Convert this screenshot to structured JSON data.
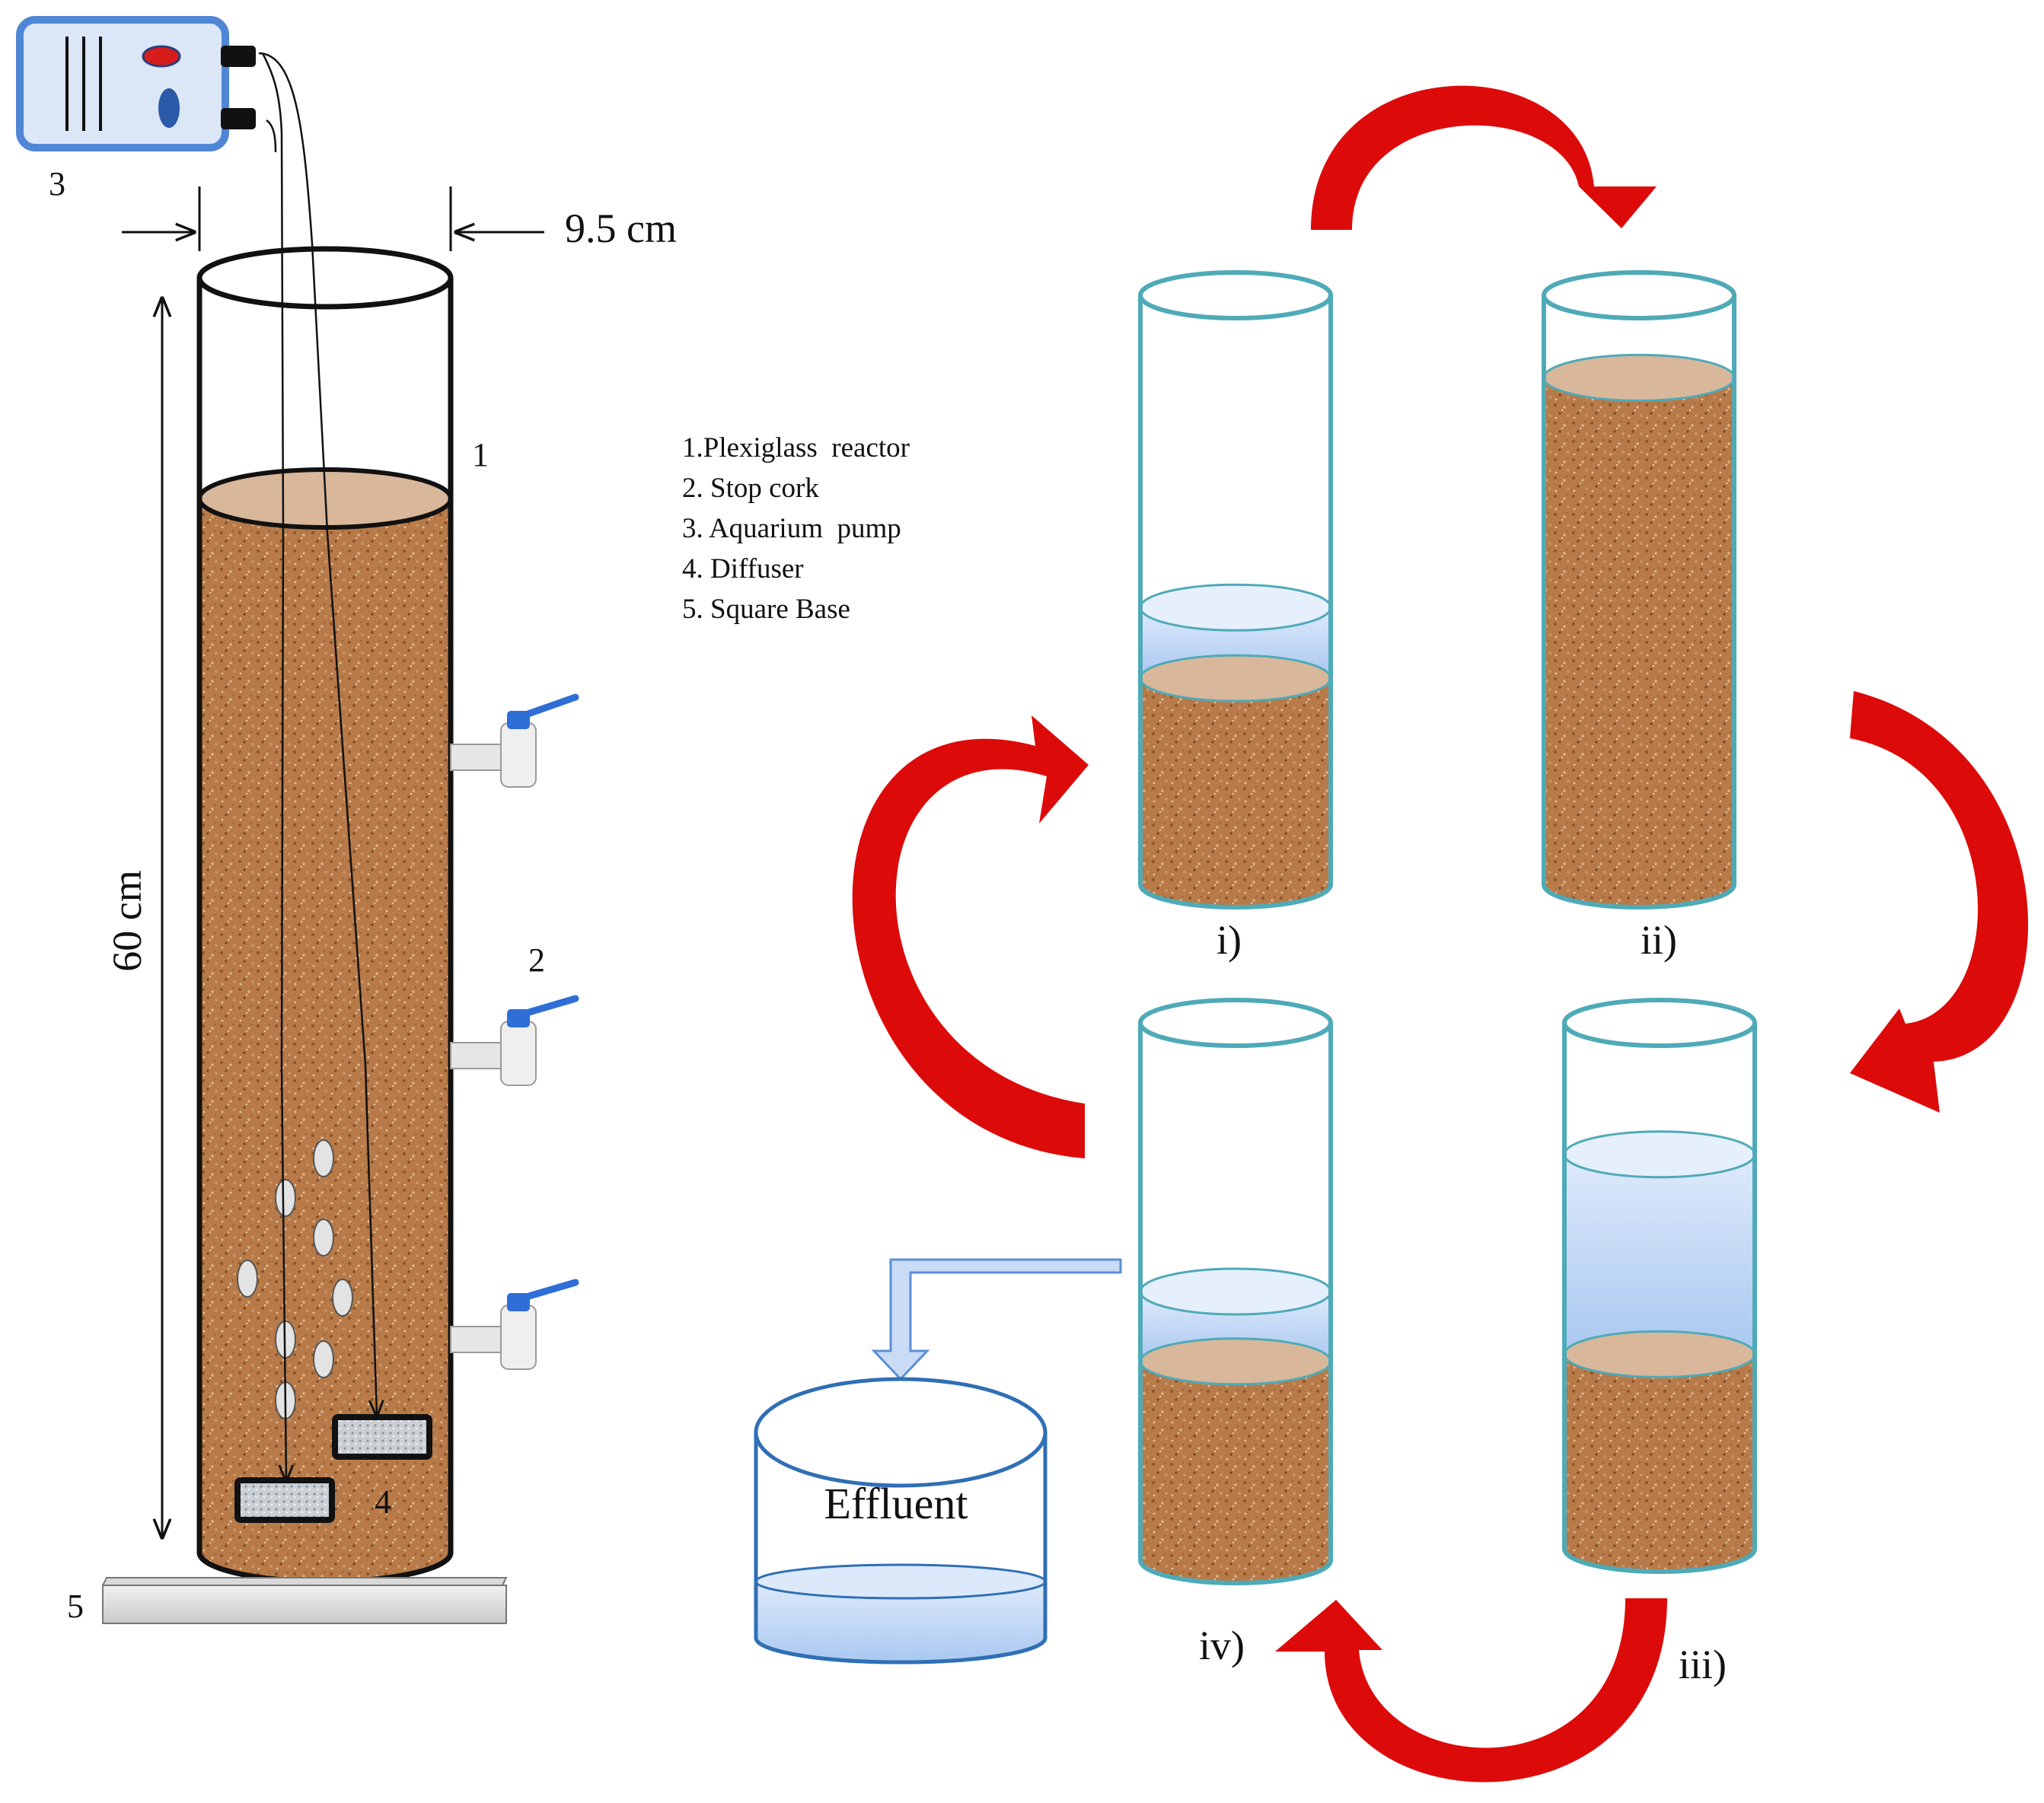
{
  "colors": {
    "soil": "#b77a48",
    "soil_top": "#d9b79a",
    "water": "#bcd6f3",
    "beaker_outline": "#4faab8",
    "arrow_red": "#dd0a0a",
    "pump_body": "#dbe6f7",
    "pump_border": "#4f86d6",
    "valve_blue": "#2e6ed6"
  },
  "dimensions": {
    "width_label": "9.5 cm",
    "height_label": "60 cm"
  },
  "part_numbers": {
    "reactor": "1",
    "stop_cork": "2",
    "pump": "3",
    "diffuser": "4",
    "base": "5"
  },
  "legend": [
    "1.Plexiglass  reactor",
    "2. Stop cork",
    "3. Aquarium  pump",
    "4. Diffuser",
    "5. Square Base"
  ],
  "stages": {
    "i": {
      "label": "i)",
      "soil_fraction": 0.35,
      "water_fraction": 0.47
    },
    "ii": {
      "label": "ii)",
      "soil_fraction": 0.86,
      "water_fraction": 0.0
    },
    "iii": {
      "label": "iii)",
      "soil_fraction": 0.37,
      "water_fraction": 0.75
    },
    "iv": {
      "label": "iv)",
      "soil_fraction": 0.37,
      "water_fraction": 0.5
    }
  },
  "effluent_label": "Effluent",
  "icons": [
    "aquarium-pump-icon",
    "tap-valve-icon",
    "air-bubble-icon",
    "cycle-arrow-icon",
    "outlet-pipe-icon"
  ]
}
